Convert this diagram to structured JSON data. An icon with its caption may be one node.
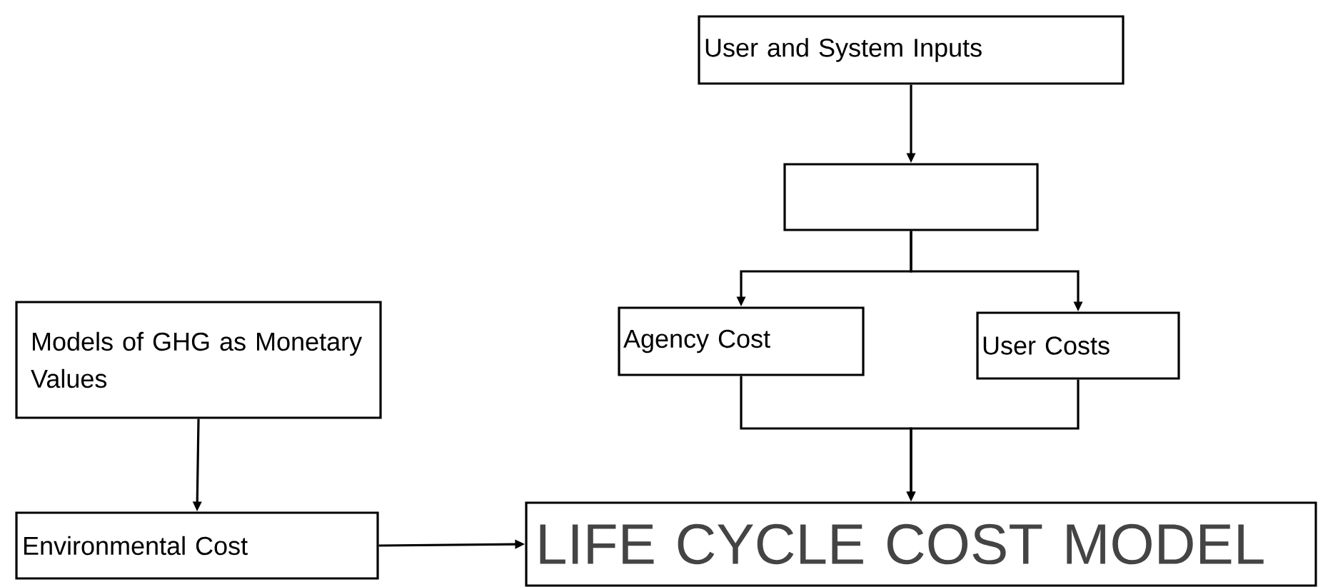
{
  "diagram": {
    "nodes": [
      {
        "text": [
          "User and System Inputs"
        ]
      },
      {
        "text": [],
        "shape": "box"
      },
      {
        "text": [
          "Agency Cost"
        ]
      },
      {
        "text": [
          "User Costs"
        ]
      },
      {
        "text": [
          "Models of GHG as Monetary Values"
        ]
      },
      {
        "text": [
          "Environmental Cost"
        ]
      },
      {
        "text": [
          "LIFE CYCLE COST MODEL"
        ]
      }
    ],
    "edges": [
      {
        "from": 0,
        "to": 1,
        "arrow": "to"
      },
      {
        "from": 1,
        "to": 2,
        "arrow": "to"
      },
      {
        "from": 1,
        "to": 3,
        "arrow": "to"
      },
      {
        "from": 2,
        "to": 6,
        "arrow": "to"
      },
      {
        "from": 3,
        "to": 6,
        "arrow": "to"
      },
      {
        "from": 4,
        "to": 5,
        "arrow": "to"
      },
      {
        "from": 5,
        "to": 6,
        "arrow": "to"
      }
    ]
  }
}
